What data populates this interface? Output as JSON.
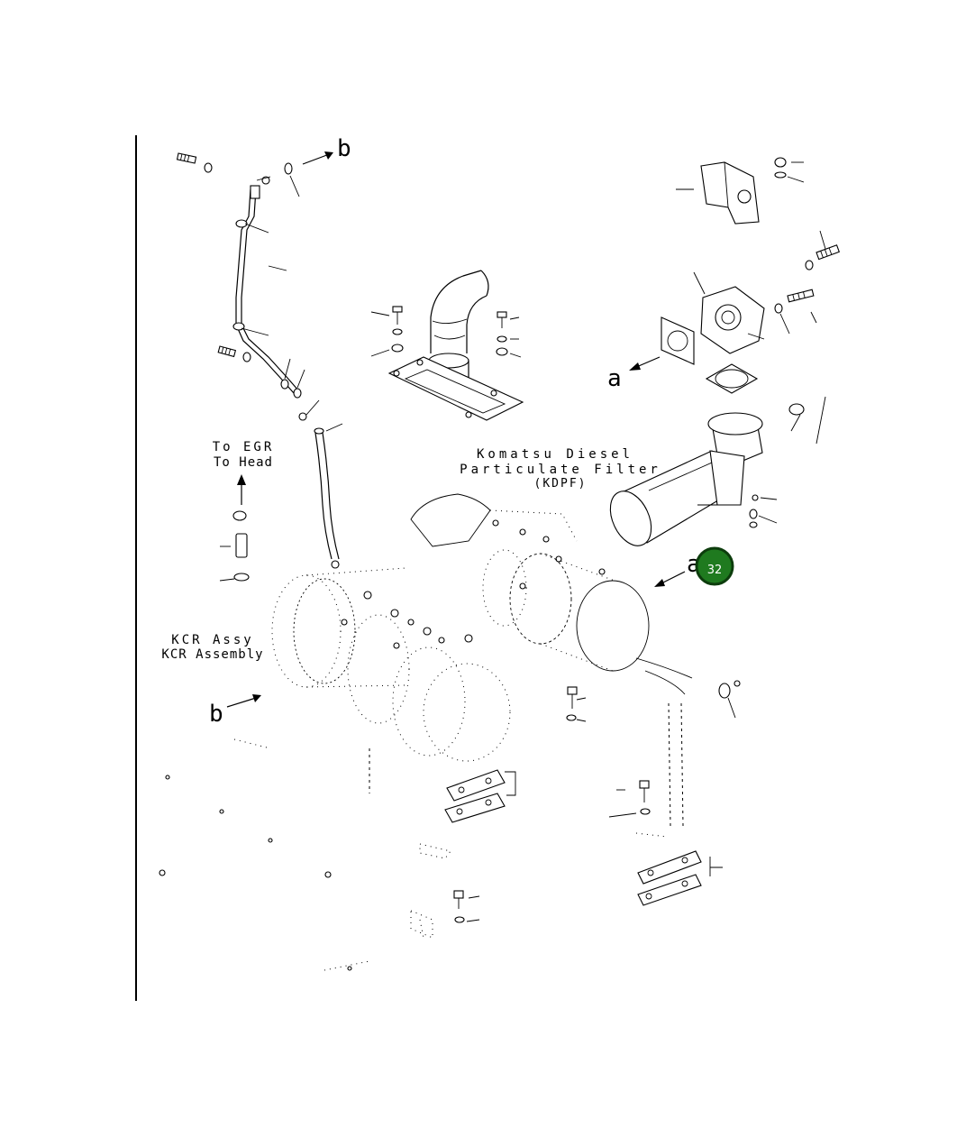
{
  "labels": {
    "ref_b_top": "b",
    "ref_b_left": "b",
    "ref_a_top": "a",
    "ref_a_mid": "a",
    "dpf_name_line1": "Komatsu Diesel",
    "dpf_name_line2": "Particulate Filter",
    "dpf_name_line3": "(KDPF)",
    "to_egr_line1": "To EGR",
    "to_egr_line2": "To Head",
    "kcr_line1": "KCR Assy",
    "kcr_line2": "KCR Assembly"
  },
  "hotspots": [
    {
      "id": "32",
      "label": "32",
      "color": "#1f7a1f"
    }
  ]
}
